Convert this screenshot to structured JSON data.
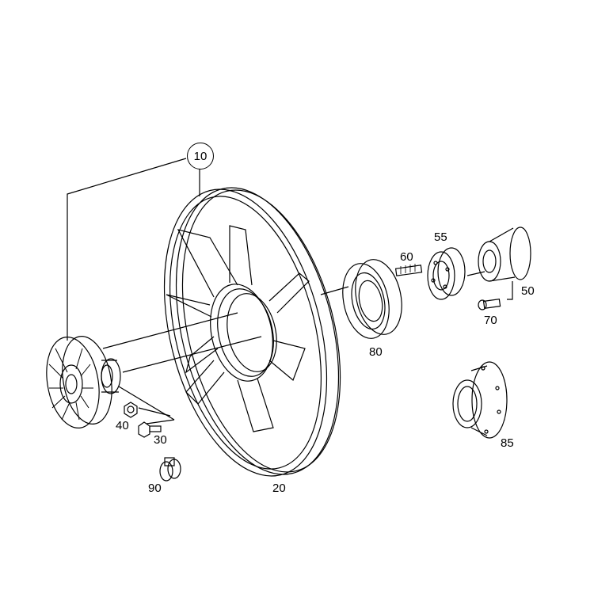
{
  "diagram": {
    "type": "exploded-parts-diagram",
    "subject": "fan assembly",
    "line_color": "#000000",
    "background": "#ffffff",
    "assembly_callout": {
      "label": "10"
    },
    "parts": [
      {
        "id": "fan_wheel",
        "label": "20"
      },
      {
        "id": "bolt_30",
        "label": "30"
      },
      {
        "id": "nut_40",
        "label": "40"
      },
      {
        "id": "bracket_50",
        "label": "50"
      },
      {
        "id": "spacer_55",
        "label": "55"
      },
      {
        "id": "stud_60",
        "label": "60"
      },
      {
        "id": "bolt_70",
        "label": "70"
      },
      {
        "id": "pulley_80",
        "label": "80"
      },
      {
        "id": "hub_85",
        "label": "85"
      },
      {
        "id": "clamp_90",
        "label": "90"
      }
    ]
  }
}
